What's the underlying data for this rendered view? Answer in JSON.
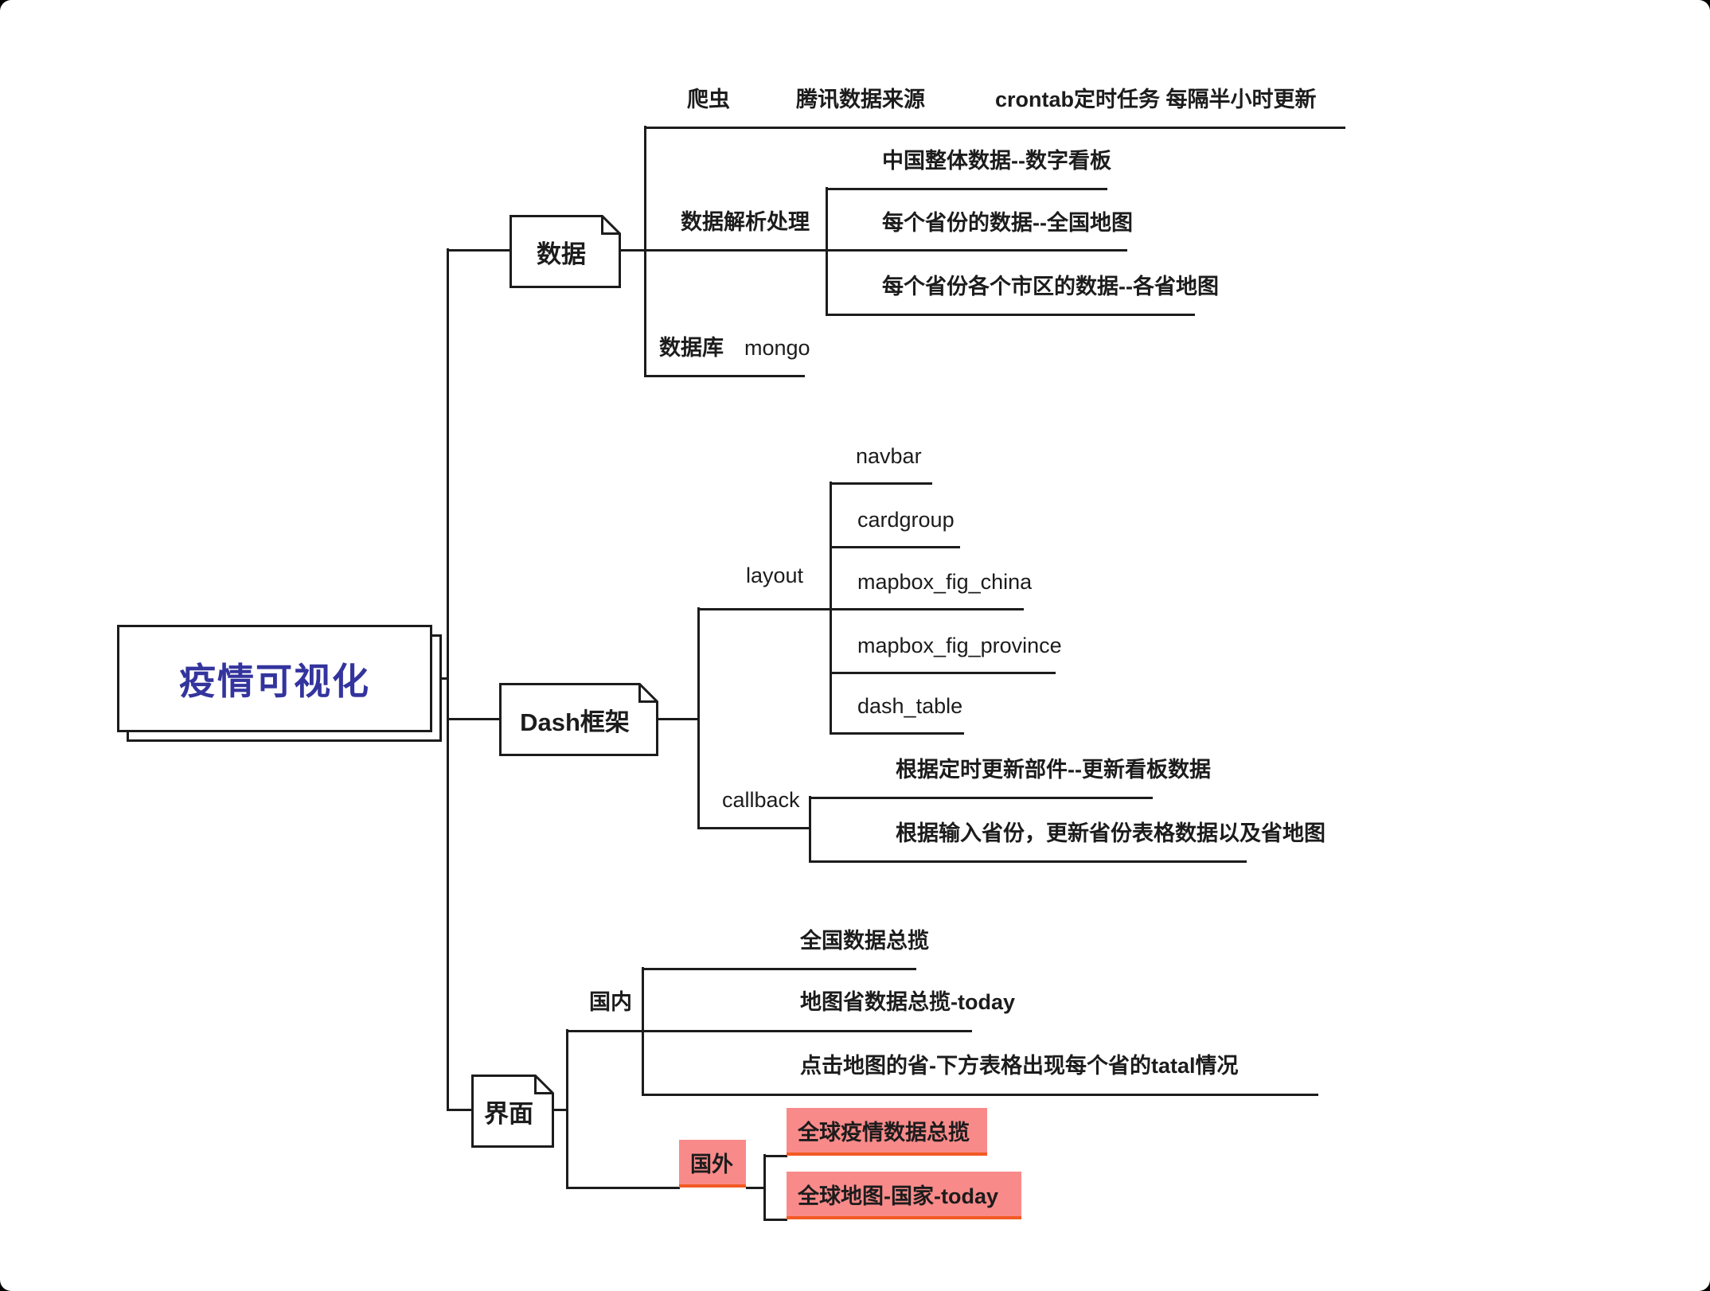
{
  "palette": {
    "background": "#ffffff",
    "frame": "#000000",
    "line": "#1c1c1c",
    "text": "#1c1c1c",
    "root_text": "#34349e",
    "highlight_bg": "#f98a8a",
    "highlight_underline": "#f25a22"
  },
  "mindmap": {
    "root": {
      "label": "疫情可视化"
    },
    "branches": {
      "data": {
        "label": "数据",
        "crawler": {
          "label": "爬虫"
        },
        "crawler_source": {
          "label": "腾讯数据来源"
        },
        "crawler_schedule": {
          "label": "crontab定时任务 每隔半小时更新"
        },
        "parsing": {
          "label": "数据解析处理"
        },
        "parsing_children": [
          {
            "label": "中国整体数据--数字看板"
          },
          {
            "label": "每个省份的数据--全国地图"
          },
          {
            "label": "每个省份各个市区的数据--各省地图"
          }
        ],
        "database": {
          "label": "数据库"
        },
        "database_engine": {
          "label": "mongo"
        }
      },
      "dash": {
        "label": "Dash框架",
        "layout": {
          "label": "layout"
        },
        "layout_children": [
          {
            "label": "navbar"
          },
          {
            "label": "cardgroup"
          },
          {
            "label": "mapbox_fig_china"
          },
          {
            "label": "mapbox_fig_province"
          },
          {
            "label": "dash_table"
          }
        ],
        "callback": {
          "label": "callback"
        },
        "callback_children": [
          {
            "label": "根据定时更新部件--更新看板数据"
          },
          {
            "label": "根据输入省份，更新省份表格数据以及省地图"
          }
        ]
      },
      "ui": {
        "label": "界面",
        "domestic": {
          "label": "国内"
        },
        "domestic_children": [
          {
            "label": "全国数据总揽"
          },
          {
            "label": "地图省数据总揽-today"
          },
          {
            "label": "点击地图的省-下方表格出现每个省的tatal情况"
          }
        ],
        "foreign": {
          "label": "国外",
          "highlighted": true
        },
        "foreign_children": [
          {
            "label": "全球疫情数据总揽",
            "highlighted": true
          },
          {
            "label": "全球地图-国家-today",
            "highlighted": true
          }
        ]
      }
    }
  }
}
